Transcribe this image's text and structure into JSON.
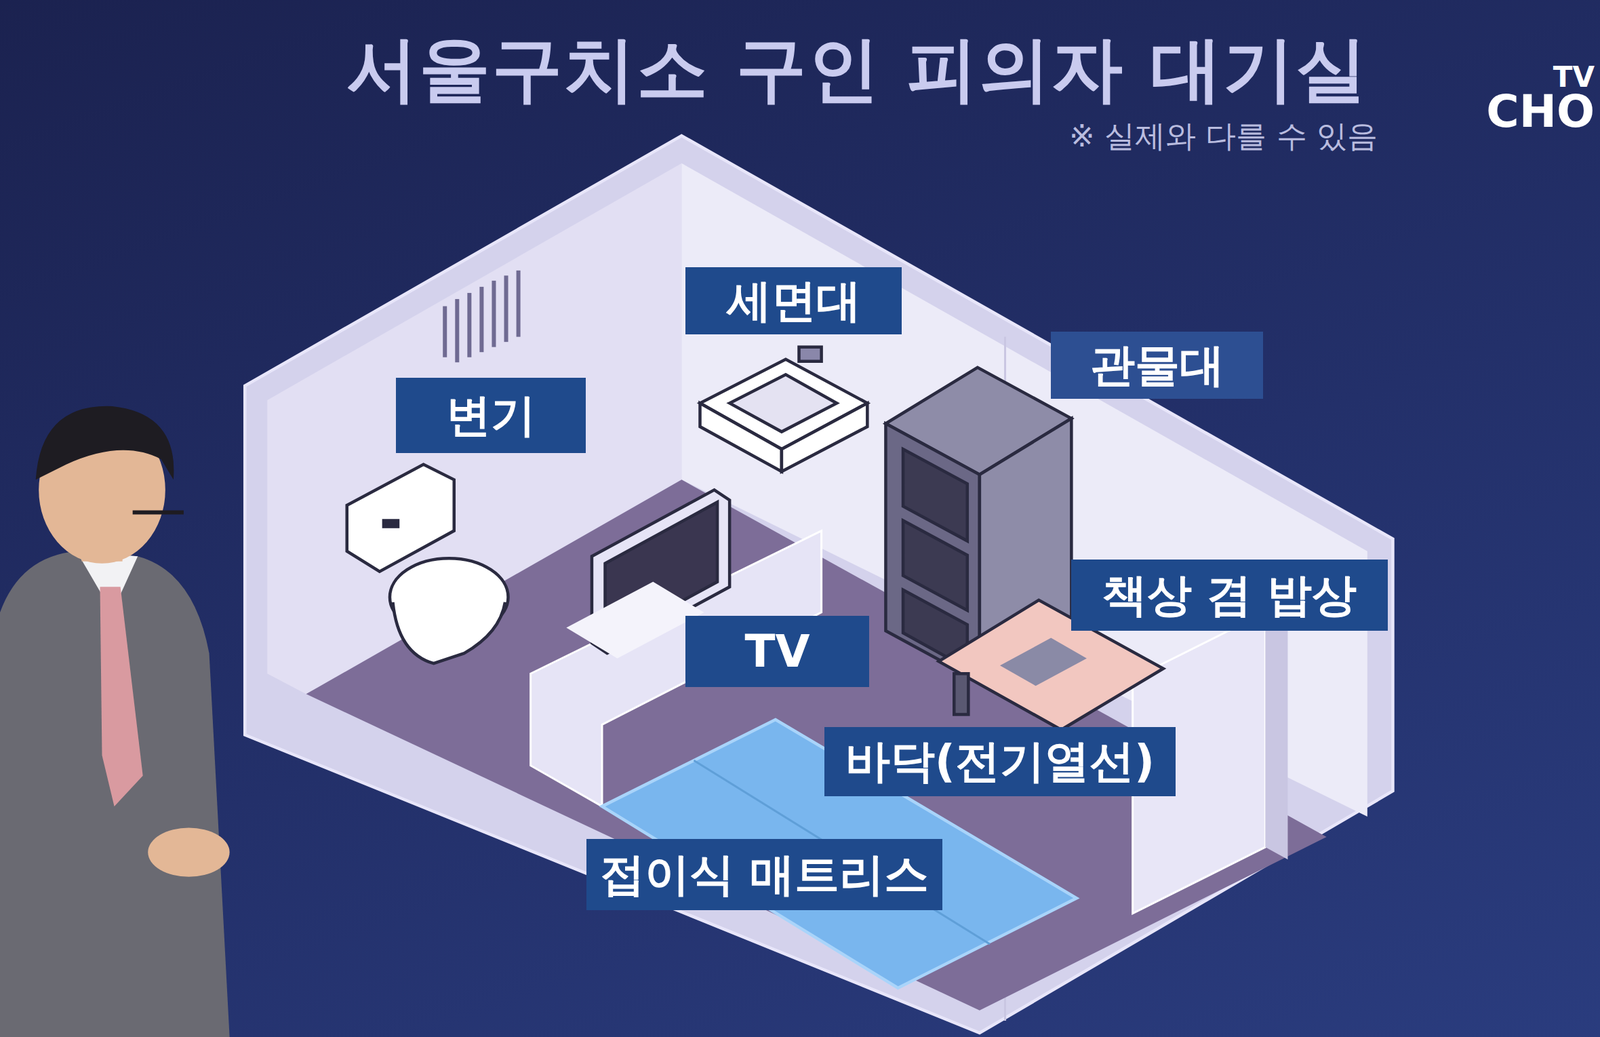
{
  "diagram": {
    "title": "서울구치소 구인 피의자 대기실",
    "nodes": [
      {
        "text": [
          "세면대"
        ]
      },
      {
        "text": [
          "관물대"
        ]
      },
      {
        "text": [
          "변기"
        ]
      },
      {
        "text": [
          "책상 겸 밥상"
        ]
      },
      {
        "text": [
          "TV"
        ]
      },
      {
        "text": [
          "바닥(전기열선)"
        ]
      },
      {
        "text": [
          "접이식 매트리스"
        ]
      }
    ],
    "labels": [
      "※ 실제와 다를 수 있음",
      "TV",
      "CHO"
    ]
  }
}
